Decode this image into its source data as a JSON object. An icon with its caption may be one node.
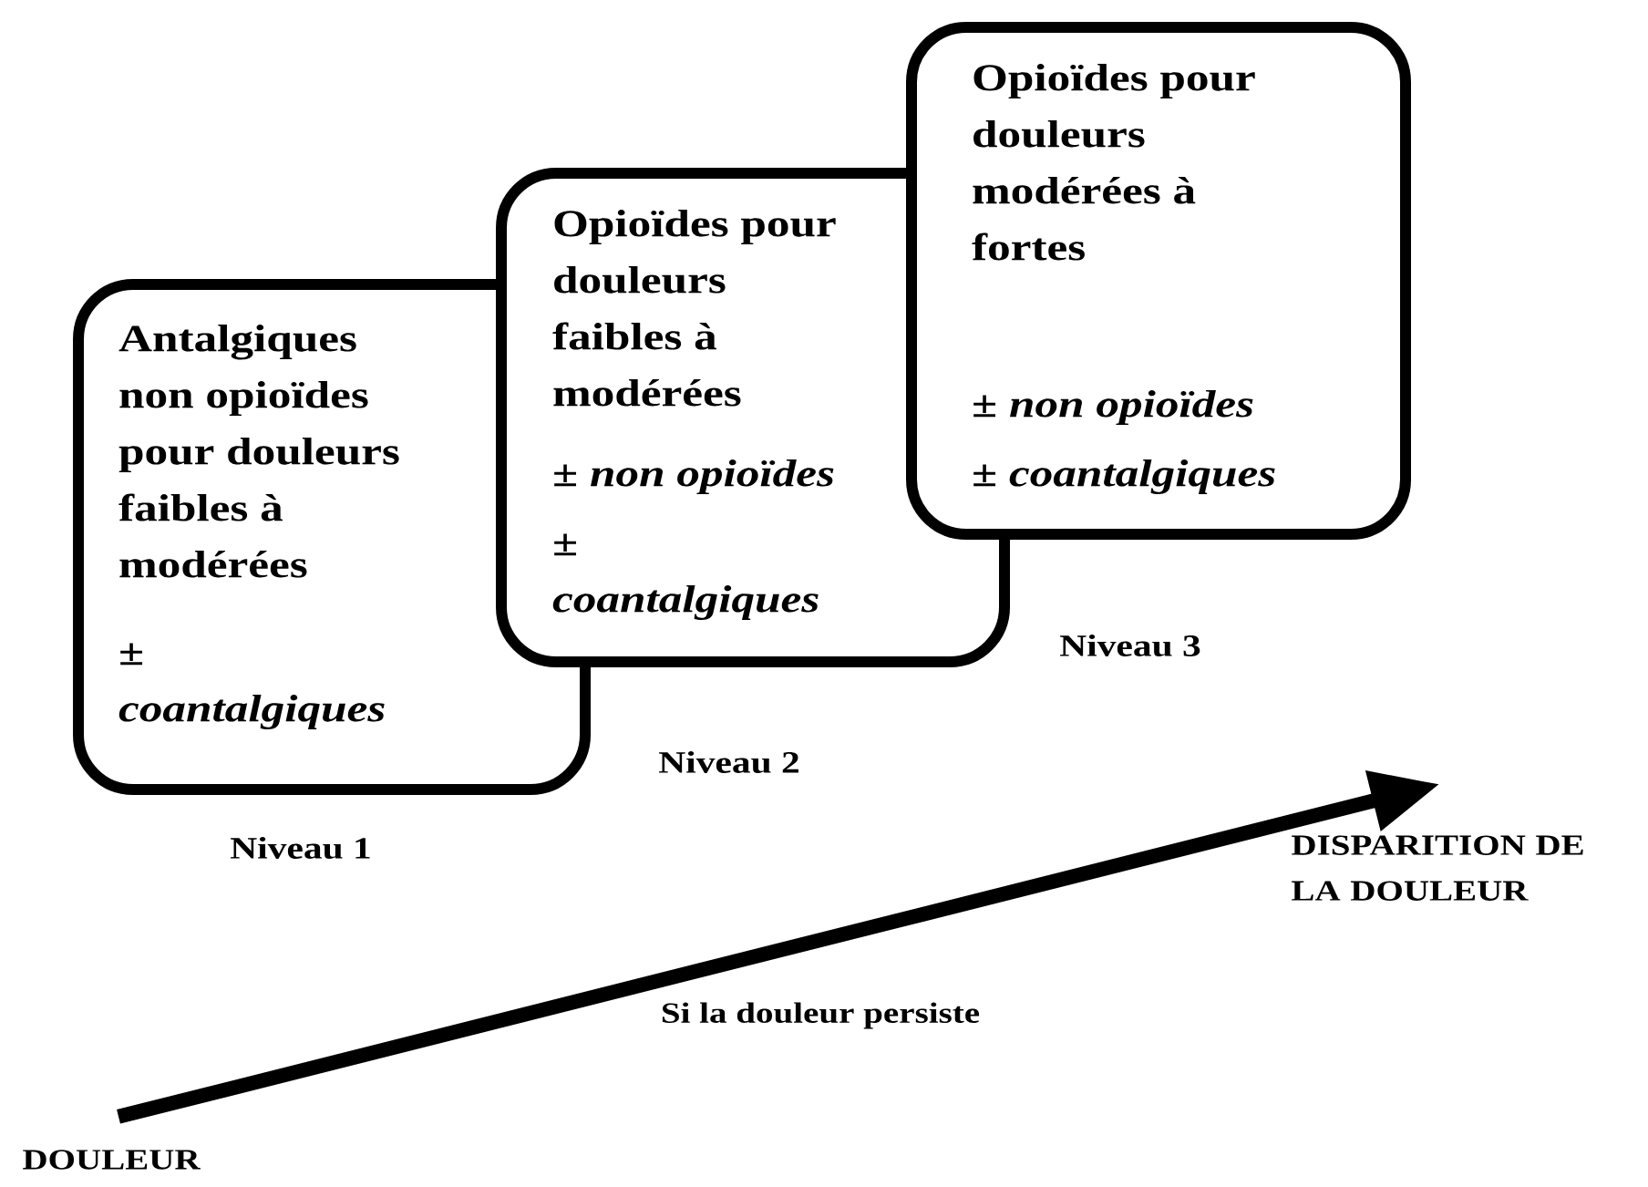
{
  "diagram": {
    "nodes": [
      {
        "text": [
          "Antalgiques non opioïdes pour douleurs faibles à modérées",
          "± *coantalgiques*"
        ]
      },
      {
        "text": [
          "Opioïdes pour douleurs faibles à modérées",
          "± *non opioïdes*",
          "± *coantalgiques*"
        ]
      },
      {
        "text": [
          "Opioïdes pour douleurs modérées à fortes",
          "± *non opioïdes*",
          "± *coantalgiques*"
        ]
      },
      {
        "text": [
          "DOULEUR"
        ]
      },
      {
        "text": [
          "DISPARITION DE LA DOULEUR"
        ]
      }
    ],
    "edges": [
      {
        "from": 3,
        "to": 4,
        "arrow": "to",
        "label": "Si la douleur persiste"
      }
    ],
    "labels": [
      "Niveau 3",
      "Niveau 2",
      "Niveau 1"
    ]
  }
}
